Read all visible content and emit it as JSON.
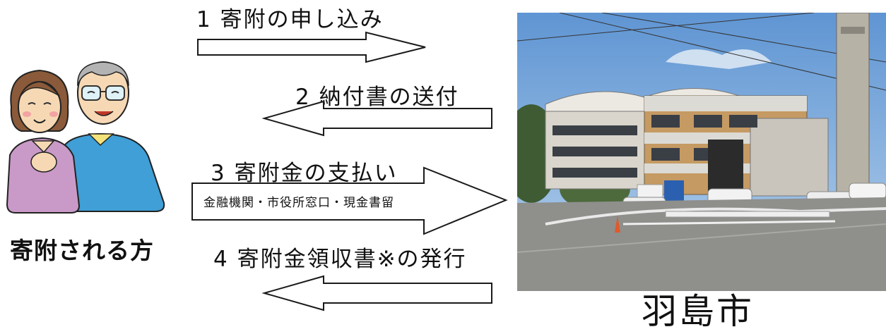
{
  "steps": [
    {
      "label": "1 寄附の申し込み",
      "direction": "right"
    },
    {
      "label": "2 納付書の送付",
      "direction": "left"
    },
    {
      "label": "3 寄附金の支払い",
      "direction": "right",
      "inner_text": "金融機関・市役所窓口・現金書留"
    },
    {
      "label": "4 寄附金領収書※の発行",
      "direction": "left"
    }
  ],
  "donor": {
    "label": "寄附される方",
    "icon": "elderly-couple-illustration"
  },
  "city": {
    "label": "羽島市",
    "icon": "city-hall-photo"
  },
  "colors": {
    "stroke": "#1a1a1a",
    "fill": "#ffffff"
  }
}
